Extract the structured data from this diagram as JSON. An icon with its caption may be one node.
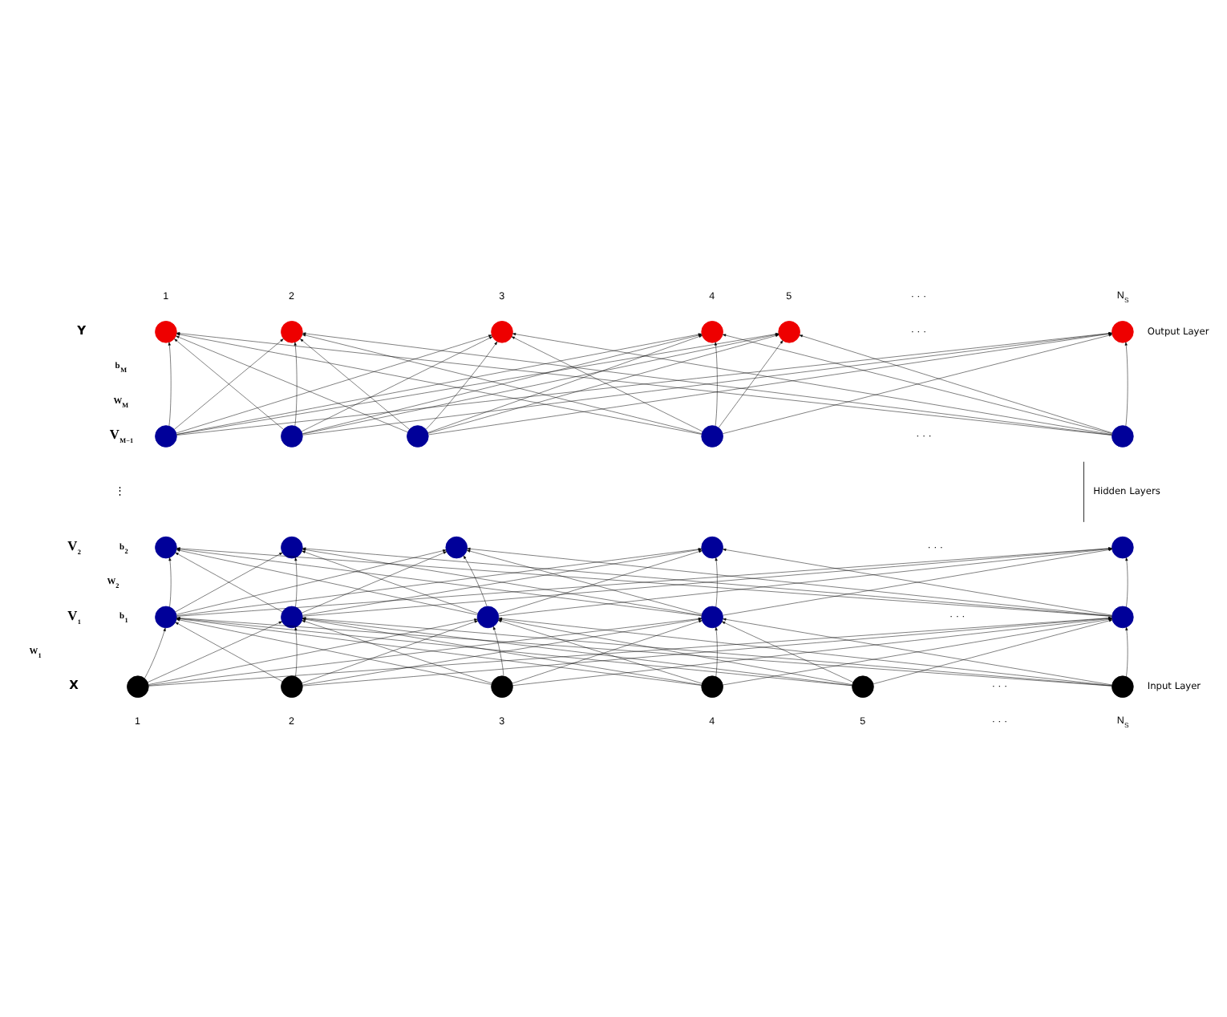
{
  "diagram": {
    "nodes": [
      {
        "text": [],
        "shape": "circle"
      },
      {
        "text": [],
        "shape": "circle"
      },
      {
        "text": [],
        "shape": "circle"
      },
      {
        "text": [],
        "shape": "circle"
      },
      {
        "text": [],
        "shape": "circle"
      },
      {
        "text": [],
        "shape": "circle"
      },
      {
        "text": [],
        "shape": "circle"
      },
      {
        "text": [],
        "shape": "circle"
      },
      {
        "text": [],
        "shape": "circle"
      },
      {
        "text": [],
        "shape": "circle"
      },
      {
        "text": [],
        "shape": "circle"
      },
      {
        "text": [],
        "shape": "circle"
      },
      {
        "text": [],
        "shape": "circle"
      },
      {
        "text": [],
        "shape": "circle"
      },
      {
        "text": [],
        "shape": "circle"
      },
      {
        "text": [],
        "shape": "circle"
      },
      {
        "text": [],
        "shape": "circle"
      },
      {
        "text": [],
        "shape": "circle"
      },
      {
        "text": [],
        "shape": "circle"
      },
      {
        "text": [],
        "shape": "circle"
      },
      {
        "text": [],
        "shape": "circle"
      },
      {
        "text": [],
        "shape": "circle"
      },
      {
        "text": [],
        "shape": "circle"
      },
      {
        "text": [],
        "shape": "circle"
      },
      {
        "text": [],
        "shape": "circle"
      },
      {
        "text": [],
        "shape": "circle"
      },
      {
        "text": [],
        "shape": "circle"
      }
    ],
    "edges": [
      {
        "from": 21,
        "to": 16,
        "arrow": "to"
      },
      {
        "from": 21,
        "to": 17,
        "arrow": "to"
      },
      {
        "from": 21,
        "to": 18,
        "arrow": "to"
      },
      {
        "from": 21,
        "to": 19,
        "arrow": "to"
      },
      {
        "from": 21,
        "to": 20,
        "arrow": "to"
      },
      {
        "from": 22,
        "to": 16,
        "arrow": "to"
      },
      {
        "from": 22,
        "to": 17,
        "arrow": "to"
      },
      {
        "from": 22,
        "to": 18,
        "arrow": "to"
      },
      {
        "from": 22,
        "to": 19,
        "arrow": "to"
      },
      {
        "from": 22,
        "to": 20,
        "arrow": "to"
      },
      {
        "from": 23,
        "to": 16,
        "arrow": "to"
      },
      {
        "from": 23,
        "to": 17,
        "arrow": "to"
      },
      {
        "from": 23,
        "to": 18,
        "arrow": "to"
      },
      {
        "from": 23,
        "to": 19,
        "arrow": "to"
      },
      {
        "from": 23,
        "to": 20,
        "arrow": "to"
      },
      {
        "from": 24,
        "to": 16,
        "arrow": "to"
      },
      {
        "from": 24,
        "to": 17,
        "arrow": "to"
      },
      {
        "from": 24,
        "to": 18,
        "arrow": "to"
      },
      {
        "from": 24,
        "to": 19,
        "arrow": "to"
      },
      {
        "from": 24,
        "to": 20,
        "arrow": "to"
      },
      {
        "from": 25,
        "to": 16,
        "arrow": "to"
      },
      {
        "from": 25,
        "to": 17,
        "arrow": "to"
      },
      {
        "from": 25,
        "to": 18,
        "arrow": "to"
      },
      {
        "from": 25,
        "to": 19,
        "arrow": "to"
      },
      {
        "from": 25,
        "to": 20,
        "arrow": "to"
      },
      {
        "from": 26,
        "to": 16,
        "arrow": "to"
      },
      {
        "from": 26,
        "to": 17,
        "arrow": "to"
      },
      {
        "from": 26,
        "to": 18,
        "arrow": "to"
      },
      {
        "from": 26,
        "to": 19,
        "arrow": "to"
      },
      {
        "from": 26,
        "to": 20,
        "arrow": "to"
      },
      {
        "from": 16,
        "to": 11,
        "arrow": "to"
      },
      {
        "from": 16,
        "to": 12,
        "arrow": "to"
      },
      {
        "from": 16,
        "to": 13,
        "arrow": "to"
      },
      {
        "from": 16,
        "to": 14,
        "arrow": "to"
      },
      {
        "from": 16,
        "to": 15,
        "arrow": "to"
      },
      {
        "from": 17,
        "to": 11,
        "arrow": "to"
      },
      {
        "from": 17,
        "to": 12,
        "arrow": "to"
      },
      {
        "from": 17,
        "to": 13,
        "arrow": "to"
      },
      {
        "from": 17,
        "to": 14,
        "arrow": "to"
      },
      {
        "from": 17,
        "to": 15,
        "arrow": "to"
      },
      {
        "from": 18,
        "to": 11,
        "arrow": "to"
      },
      {
        "from": 18,
        "to": 12,
        "arrow": "to"
      },
      {
        "from": 18,
        "to": 13,
        "arrow": "to"
      },
      {
        "from": 18,
        "to": 14,
        "arrow": "to"
      },
      {
        "from": 18,
        "to": 15,
        "arrow": "to"
      },
      {
        "from": 19,
        "to": 11,
        "arrow": "to"
      },
      {
        "from": 19,
        "to": 12,
        "arrow": "to"
      },
      {
        "from": 19,
        "to": 13,
        "arrow": "to"
      },
      {
        "from": 19,
        "to": 14,
        "arrow": "to"
      },
      {
        "from": 19,
        "to": 15,
        "arrow": "to"
      },
      {
        "from": 20,
        "to": 11,
        "arrow": "to"
      },
      {
        "from": 20,
        "to": 12,
        "arrow": "to"
      },
      {
        "from": 20,
        "to": 13,
        "arrow": "to"
      },
      {
        "from": 20,
        "to": 14,
        "arrow": "to"
      },
      {
        "from": 20,
        "to": 15,
        "arrow": "to"
      },
      {
        "from": 6,
        "to": 0,
        "arrow": "to"
      },
      {
        "from": 6,
        "to": 1,
        "arrow": "to"
      },
      {
        "from": 6,
        "to": 2,
        "arrow": "to"
      },
      {
        "from": 6,
        "to": 3,
        "arrow": "to"
      },
      {
        "from": 6,
        "to": 4,
        "arrow": "to"
      },
      {
        "from": 6,
        "to": 5,
        "arrow": "to"
      },
      {
        "from": 7,
        "to": 0,
        "arrow": "to"
      },
      {
        "from": 7,
        "to": 1,
        "arrow": "to"
      },
      {
        "from": 7,
        "to": 2,
        "arrow": "to"
      },
      {
        "from": 7,
        "to": 3,
        "arrow": "to"
      },
      {
        "from": 7,
        "to": 4,
        "arrow": "to"
      },
      {
        "from": 7,
        "to": 5,
        "arrow": "to"
      },
      {
        "from": 8,
        "to": 0,
        "arrow": "to"
      },
      {
        "from": 8,
        "to": 1,
        "arrow": "to"
      },
      {
        "from": 8,
        "to": 2,
        "arrow": "to"
      },
      {
        "from": 8,
        "to": 3,
        "arrow": "to"
      },
      {
        "from": 8,
        "to": 4,
        "arrow": "to"
      },
      {
        "from": 8,
        "to": 5,
        "arrow": "to"
      },
      {
        "from": 9,
        "to": 0,
        "arrow": "to"
      },
      {
        "from": 9,
        "to": 1,
        "arrow": "to"
      },
      {
        "from": 9,
        "to": 2,
        "arrow": "to"
      },
      {
        "from": 9,
        "to": 3,
        "arrow": "to"
      },
      {
        "from": 9,
        "to": 4,
        "arrow": "to"
      },
      {
        "from": 9,
        "to": 5,
        "arrow": "to"
      },
      {
        "from": 10,
        "to": 0,
        "arrow": "to"
      },
      {
        "from": 10,
        "to": 1,
        "arrow": "to"
      },
      {
        "from": 10,
        "to": 2,
        "arrow": "to"
      },
      {
        "from": 10,
        "to": 3,
        "arrow": "to"
      },
      {
        "from": 10,
        "to": 4,
        "arrow": "to"
      },
      {
        "from": 10,
        "to": 5,
        "arrow": "to"
      }
    ],
    "labels": [
      "1",
      "2",
      "3",
      "4",
      "5",
      "· · ·",
      "N$_{S}$",
      "Y",
      "· · ·",
      "Output Layer",
      "b$_{M}$",
      "W$_{M}$",
      "V$_{M−1}$",
      "· · ·",
      "⋮",
      "Hidden Layers",
      "V$_{2}$",
      "b$_{2}$",
      "· · ·",
      "W$_{2}$",
      "V$_{1}$",
      "b$_{1}$",
      "· · ·",
      "W$_{1}$",
      "X",
      "· · ·",
      "Input Layer",
      "1",
      "2",
      "3",
      "4",
      "5",
      "· · ·",
      "N$_{S}$"
    ]
  }
}
